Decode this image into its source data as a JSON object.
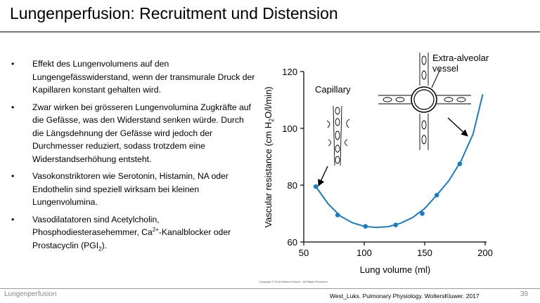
{
  "slide": {
    "title": "Lungenperfusion:  Recruitment und Distension",
    "bullet_marker": "•",
    "bullets": [
      {
        "text": "Effekt des Lungenvolumens auf den Lungengefässwiderstand, wenn der transmurale Druck der Kapillaren konstant gehalten wird."
      },
      {
        "text": "Zwar wirken bei grösseren Lungenvolumina Zugkräfte auf die Gefässe, was den Widerstand senken würde. Durch die Längsdehnung der Gefässe wird jedoch der Durchmesser reduziert, sodass trotzdem eine Widerstandserhöhung entsteht."
      },
      {
        "text": "Vasokonstriktoren wie Serotonin, Histamin, NA oder Endothelin sind speziell wirksam bei kleinen Lungenvolumina."
      },
      {
        "pre": "Vasodilatatoren sind Acetylcholin, Phosphodiesterasehemmer, Ca",
        "sup": "2+",
        "mid": "-Kanalblocker oder Prostacyclin (PGI",
        "sub": "2",
        "post": ")."
      }
    ],
    "copyright": "Copyright © 2016 Wolters Kluwer · All Rights Reserved"
  },
  "footer": {
    "left": "Lungenperfusion",
    "citation": "West_Luks. Pulmonary Physiology. WoltersKluwer. 2017",
    "page": "39"
  },
  "chart_data": {
    "type": "scatter",
    "xlabel": "Lung volume (ml)",
    "ylabel": {
      "pre": "Vascular resistance (cm H",
      "sub": "2",
      "post": "O/l/min)"
    },
    "xlim": [
      50,
      200
    ],
    "ylim": [
      60,
      120
    ],
    "x_ticks": [
      "50",
      "100",
      "150",
      "200"
    ],
    "y_ticks": [
      "60",
      "80",
      "100",
      "120"
    ],
    "series": [
      {
        "x": [
          60,
          78,
          101,
          126,
          148,
          160,
          179
        ],
        "y": [
          79.5,
          69.5,
          65.5,
          66,
          70,
          76.5,
          87.5
        ]
      }
    ],
    "curve": {
      "x": [
        60,
        70,
        80,
        90,
        100,
        110,
        120,
        130,
        140,
        150,
        160,
        170,
        180,
        190,
        198
      ],
      "y": [
        79.5,
        73.5,
        69.2,
        66.8,
        65.5,
        65.1,
        65.4,
        66.6,
        68.6,
        71.8,
        76.5,
        81.6,
        88.5,
        98,
        112
      ]
    },
    "annotations": {
      "capillary": "Capillary",
      "extra_alveolar": [
        "Extra-alveolar",
        "vessel"
      ]
    },
    "colors": {
      "curve": "#1a7dc4",
      "points": "#1a7dc4",
      "axes": "#000000"
    },
    "grid": false
  }
}
